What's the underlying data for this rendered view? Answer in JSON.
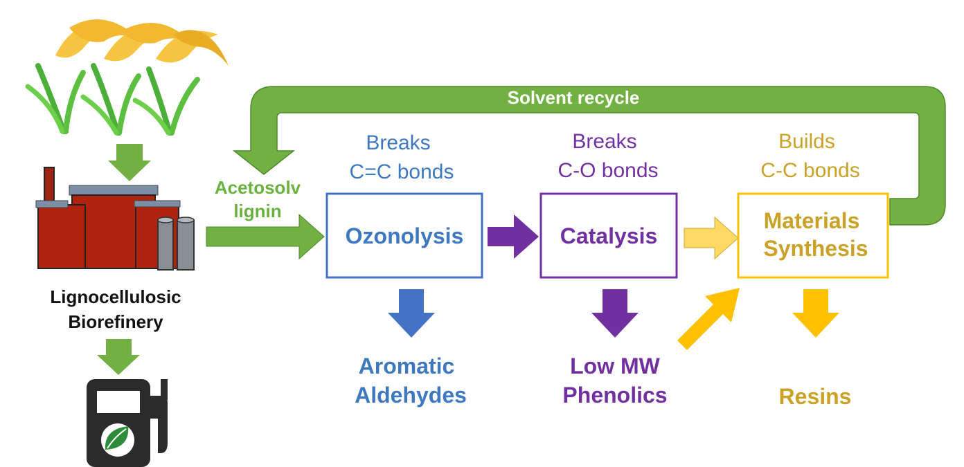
{
  "feedstock": {
    "icon": "rice-plant-icon"
  },
  "biorefinery": {
    "icon": "factory-icon",
    "label_line1": "Lignocellulosic",
    "label_line2": "Biorefinery"
  },
  "fuel": {
    "icon": "biofuel-pump-icon"
  },
  "recycle": {
    "label": "Solvent recycle"
  },
  "feed": {
    "label_line1": "Acetosolv",
    "label_line2": "lignin"
  },
  "steps": {
    "ozonolysis": {
      "note_line1": "Breaks",
      "note_line2": "C=C bonds",
      "box": "Ozonolysis",
      "product_line1": "Aromatic",
      "product_line2": "Aldehydes"
    },
    "catalysis": {
      "note_line1": "Breaks",
      "note_line2": "C-O bonds",
      "box": "Catalysis",
      "product_line1": "Low MW",
      "product_line2": "Phenolics"
    },
    "synthesis": {
      "note_line1": "Builds",
      "note_line2": "C-C bonds",
      "box_line1": "Materials",
      "box_line2": "Synthesis",
      "product": "Resins"
    }
  },
  "colors": {
    "green": "#72b043",
    "green_dark": "#4e8a2a",
    "blue": "#4472c4",
    "blue_text": "#3e78c0",
    "purple": "#7030a0",
    "gold": "#ffc000",
    "gold_text": "#c9a227",
    "gold_light": "#ffd966"
  }
}
